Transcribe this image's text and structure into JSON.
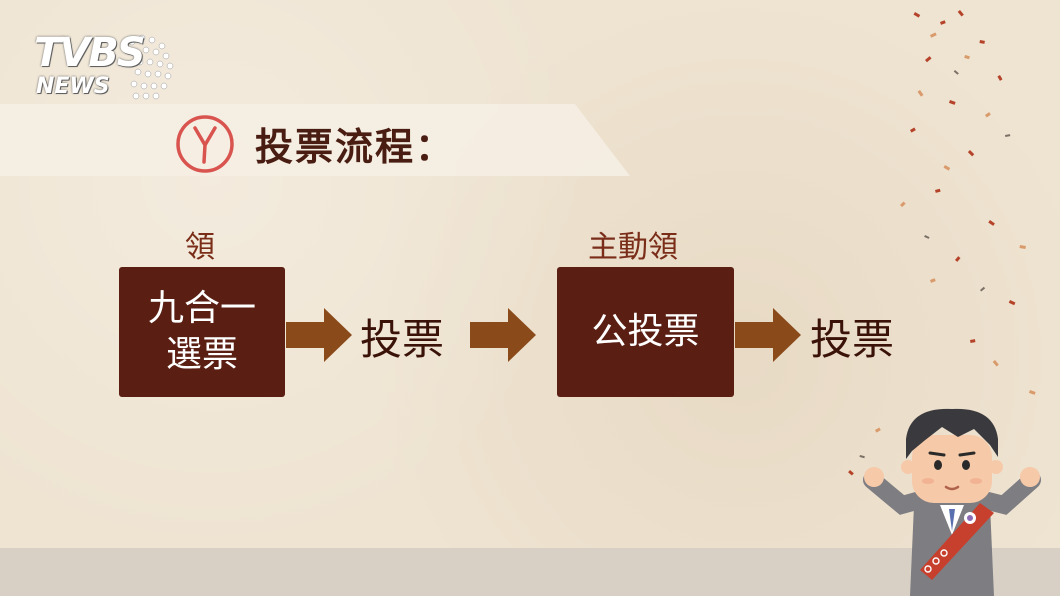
{
  "logo": {
    "main": "TVBS",
    "sub": "NEWS"
  },
  "title": "投票流程：",
  "step1": {
    "top_label": "領",
    "box_lines": [
      "九合一",
      "選票"
    ]
  },
  "step1_result": "投票",
  "step2": {
    "top_label": "主動領",
    "box_text": "公投票"
  },
  "step2_result": "投票",
  "colors": {
    "box": "#5a1e12",
    "arrow": "#8a4a1a",
    "title": "#4a1d12",
    "background": "#efe4d2"
  }
}
